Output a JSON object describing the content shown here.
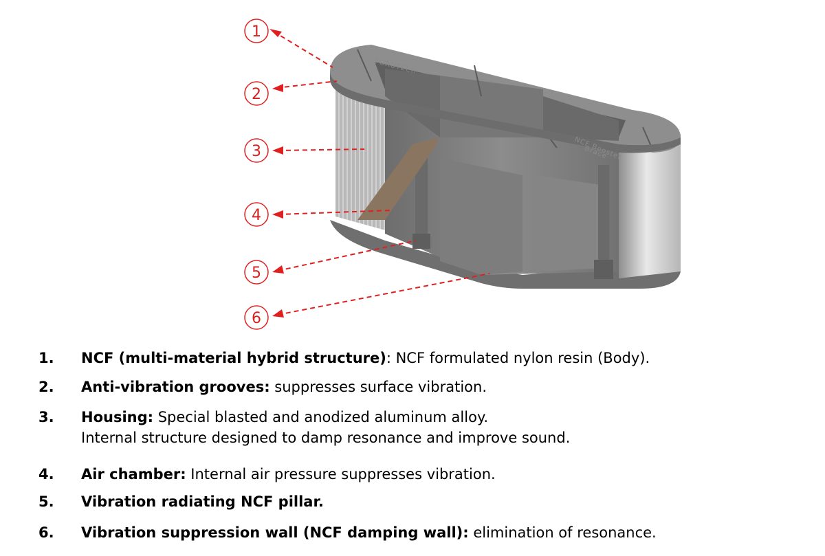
{
  "figure": {
    "callouts": [
      "1",
      "2",
      "3",
      "4",
      "5",
      "6"
    ],
    "engraving_top": "FURUTECH",
    "engraving_right_1": "NCF Booster",
    "engraving_right_2": "Brace",
    "colors": {
      "arrow": "#e02020",
      "body": "#7a7a7a",
      "metal": "#c8c8c8"
    }
  },
  "legend": [
    {
      "num": "1.",
      "term": "NCF (multi-material hybrid structure)",
      "desc": ": NCF formulated nylon resin (Body)."
    },
    {
      "num": "2.",
      "term": "Anti-vibration grooves:",
      "desc": " suppresses surface vibration."
    },
    {
      "num": "3.",
      "term": "Housing:",
      "desc": " Special blasted and anodized aluminum alloy.",
      "desc2": "Internal structure designed to damp resonance and improve sound."
    },
    {
      "num": "4.",
      "term": "Air chamber:",
      "desc": " Internal air pressure suppresses vibration."
    },
    {
      "num": "5.",
      "term": "Vibration radiating NCF pillar.",
      "desc": ""
    },
    {
      "num": "6.",
      "term": "Vibration suppression wall (NCF damping wall):",
      "desc": " elimination of resonance."
    }
  ]
}
